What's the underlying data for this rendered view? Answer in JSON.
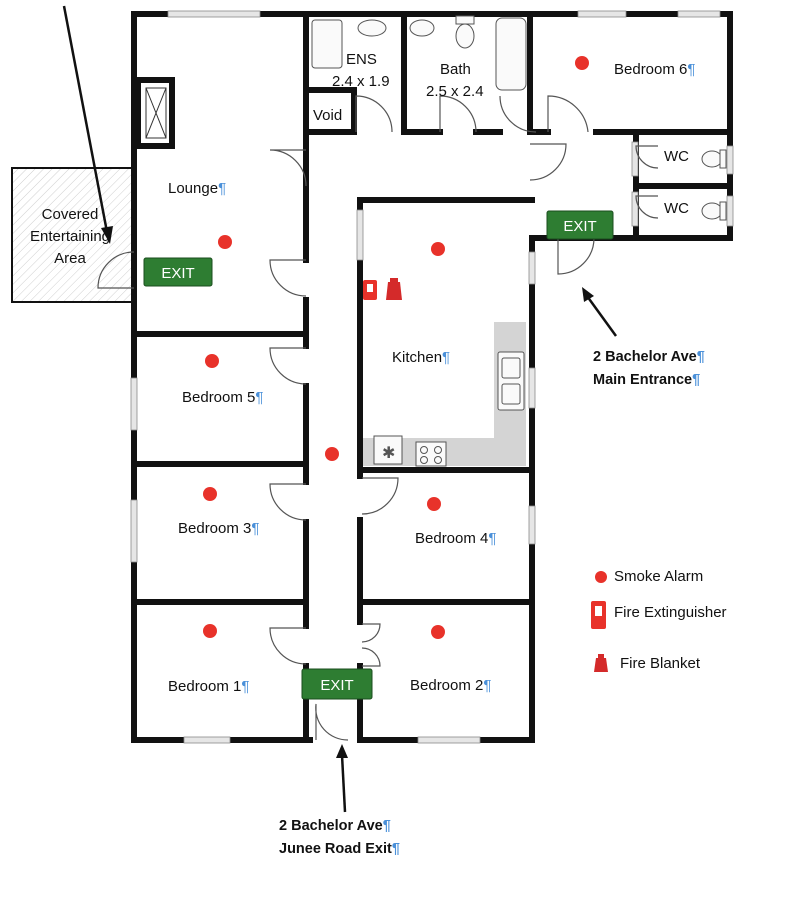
{
  "rooms": {
    "ens": {
      "name": "ENS",
      "size": "2.4 x 1.9"
    },
    "bath": {
      "name": "Bath",
      "size": "2.5 x 2.4"
    },
    "void": "Void",
    "bedroom6": "Bedroom 6",
    "lounge": "Lounge",
    "covered_line1": "Covered",
    "covered_line2": "Entertaining",
    "covered_line3": "Area",
    "wc1": "WC",
    "wc2": "WC",
    "kitchen": "Kitchen",
    "bedroom5": "Bedroom 5",
    "bedroom3": "Bedroom 3",
    "bedroom4": "Bedroom 4",
    "bedroom1": "Bedroom 1",
    "bedroom2": "Bedroom 2"
  },
  "pilcrow": "¶",
  "exits": {
    "east": "EXIT",
    "lounge": "EXIT",
    "south": "EXIT"
  },
  "notes": {
    "main_line1": "2 Bachelor Ave",
    "main_line2": "Main Entrance",
    "junee_line1": "2 Bachelor Ave",
    "junee_line2": "Junee Road Exit"
  },
  "legend": {
    "smoke_alarm": "Smoke Alarm",
    "fire_extinguisher": "Fire Extinguisher",
    "fire_blanket": "Fire Blanket"
  },
  "colors": {
    "wall": "#111111",
    "smoke_alarm": "#e8322a",
    "exit_sign": "#2e7d32",
    "pilcrow": "#4a90d9",
    "benchtop": "#d4d4d4"
  }
}
